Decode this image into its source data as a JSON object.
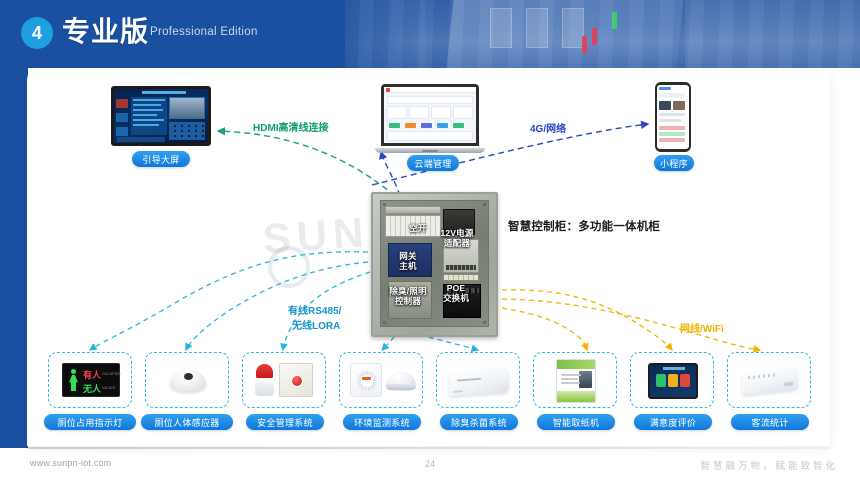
{
  "header": {
    "badge_number": "4",
    "title_cn": "专业版",
    "title_en": "Professional Edition",
    "brand_color": "#1b4fa0",
    "accent_color": "#1d9fe0"
  },
  "nodes": {
    "screen": {
      "label": "引导大屏"
    },
    "cloud": {
      "label": "云端管理"
    },
    "miniapp": {
      "label": "小程序"
    }
  },
  "connections": {
    "hdmi": {
      "label": "HDMI高清线连接",
      "color": "#0f9e6e"
    },
    "network_4g": {
      "label": "4G/网络",
      "color": "#2a45c4"
    },
    "rs485": {
      "label_line1": "有线RS485/",
      "label_line2": "无线LORA",
      "color": "#1595c8"
    },
    "lan_wifi": {
      "label": "网线/WiFi",
      "color": "#f0b400"
    }
  },
  "cabinet": {
    "caption": "智慧控制柜：多功能一体机柜",
    "components": [
      {
        "name": "空开"
      },
      {
        "name": "12V电源\n适配器"
      },
      {
        "name": "网关\n主机"
      },
      {
        "name": "除臭/照明\n控制器"
      },
      {
        "name": "POE\n交换机"
      }
    ]
  },
  "occupancy_sign": {
    "text_occupied": "有人",
    "text_free": "无人",
    "sub_occupied": "OCCUPIED",
    "sub_free": "VACANT"
  },
  "devices": [
    {
      "label": "厕位占用指示灯",
      "icon": "occupancy-indicator-light-icon"
    },
    {
      "label": "厕位人体感应器",
      "icon": "human-presence-sensor-icon"
    },
    {
      "label": "安全管理系统",
      "icon": "security-alarm-icon"
    },
    {
      "label": "环境监测系统",
      "icon": "environment-monitor-icon"
    },
    {
      "label": "除臭杀菌系统",
      "icon": "deodorizer-sterilizer-icon"
    },
    {
      "label": "智能取纸机",
      "icon": "smart-paper-dispenser-icon"
    },
    {
      "label": "满意度评价",
      "icon": "satisfaction-rating-tablet-icon"
    },
    {
      "label": "客流统计",
      "icon": "passenger-flow-counter-icon"
    }
  ],
  "watermark": {
    "text": "SUNPN"
  },
  "footer": {
    "url": "www.sunpn-iot.com",
    "page": "24",
    "slogan": "智慧融万物，赋能致智化"
  }
}
